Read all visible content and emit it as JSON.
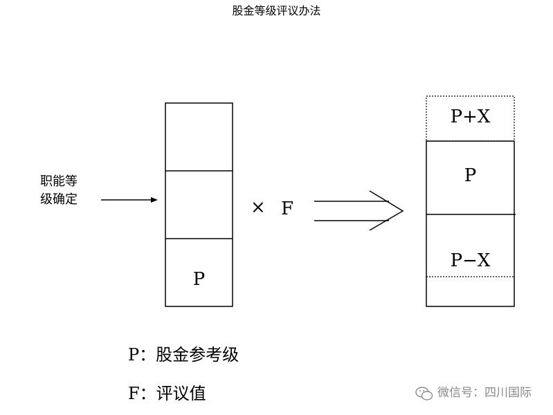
{
  "title": "股金等级评议办法",
  "input_label_line1": "职能等",
  "input_label_line2": "级确定",
  "operator": "×",
  "factor": "F",
  "left_stack": {
    "bottom_label": "P"
  },
  "right_stack": {
    "top_label": "P+X",
    "middle_label": "P",
    "lower_label": "P−X"
  },
  "legend": [
    {
      "key": "P：",
      "text": "股金参考级"
    },
    {
      "key": "F：",
      "text": "评议值"
    }
  ],
  "watermark": "微信号：四川国际"
}
